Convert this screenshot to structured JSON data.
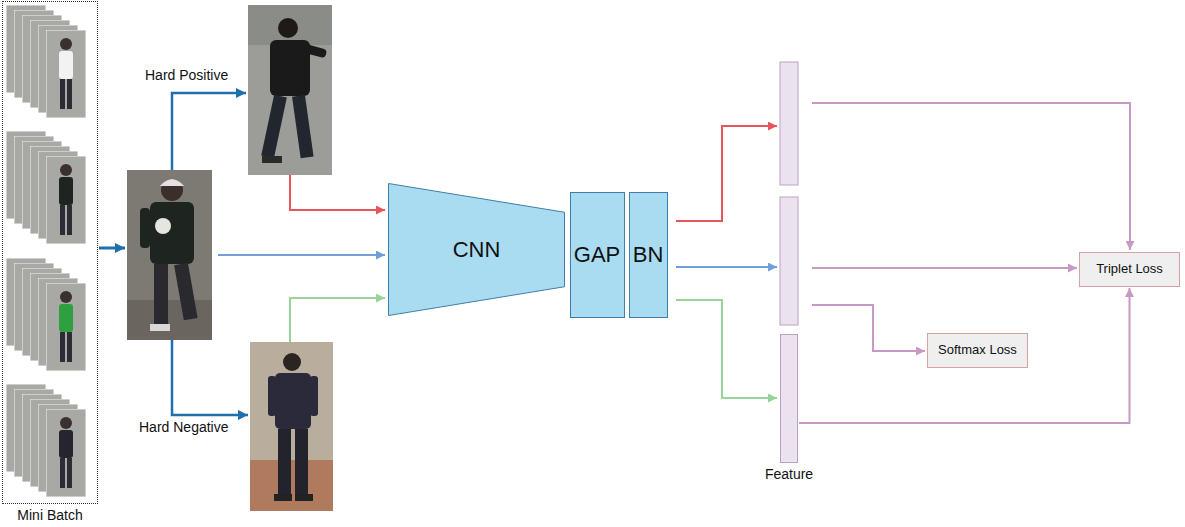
{
  "diagram": {
    "nodes": [
      {
        "text": [
          "Mini Batch"
        ]
      },
      {
        "text": [
          "CNN"
        ]
      },
      {
        "text": [
          "GAP"
        ]
      },
      {
        "text": [
          "BN"
        ]
      },
      {
        "text": [
          "Feature"
        ]
      },
      {
        "text": [
          "Softmax Loss"
        ]
      },
      {
        "text": [
          "Triplet Loss"
        ]
      }
    ],
    "edges": [
      {
        "from": 4,
        "to": 6,
        "arrow": "to"
      }
    ],
    "labels": [
      "Hard Positive",
      "Hard Negative"
    ]
  }
}
